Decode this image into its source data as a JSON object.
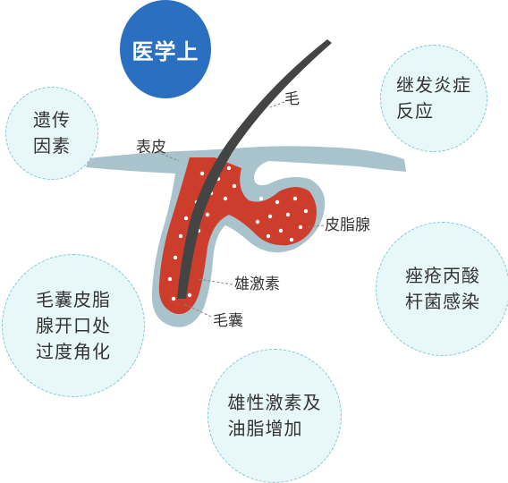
{
  "title": "医学上",
  "labels": {
    "hair": "毛",
    "epidermis": "表皮",
    "sebaceous_gland": "皮脂腺",
    "androgen": "雄激素",
    "hair_follicle": "毛囊"
  },
  "bubbles": {
    "genetic": [
      "遗传",
      "因素"
    ],
    "inflammation": [
      "继发炎症",
      "反应"
    ],
    "keratinization": [
      "毛囊皮脂",
      "腺开口处",
      "过度角化"
    ],
    "acnes": [
      "痤疮丙酸",
      "杆菌感染"
    ],
    "androgen_sebum": [
      "雄性激素及",
      "油脂增加"
    ]
  },
  "colors": {
    "title_bg": "#2b6fc0",
    "skin": "#a9c3cc",
    "follicle": "#cd3d2b",
    "hair": "#444444",
    "bubble_bg": "#e8f8f8",
    "bubble_border": "#7cc7d6"
  }
}
